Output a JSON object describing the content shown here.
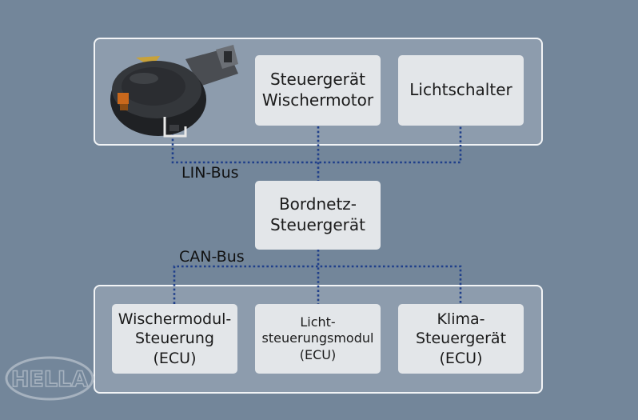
{
  "top_group": {
    "sensor": "rain-light-sensor",
    "boxes": [
      "Steuergerät\nWischermotor",
      "Lichtschalter"
    ]
  },
  "lin_bus_label": "LIN-Bus",
  "central_box": "Bordnetz-\nSteuergerät",
  "can_bus_label": "CAN-Bus",
  "bottom_group": {
    "boxes": [
      "Wischermodul-\nSteuerung\n(ECU)",
      "Licht-\nsteuerungsmodul\n(ECU)",
      "Klima-\nSteuergerät\n(ECU)"
    ]
  },
  "logo": "HELLA",
  "colors": {
    "background": "#73869a",
    "group_fill": "#8d9cad",
    "box_fill": "#e3e6e9",
    "bus_line": "#1f3f8a"
  }
}
